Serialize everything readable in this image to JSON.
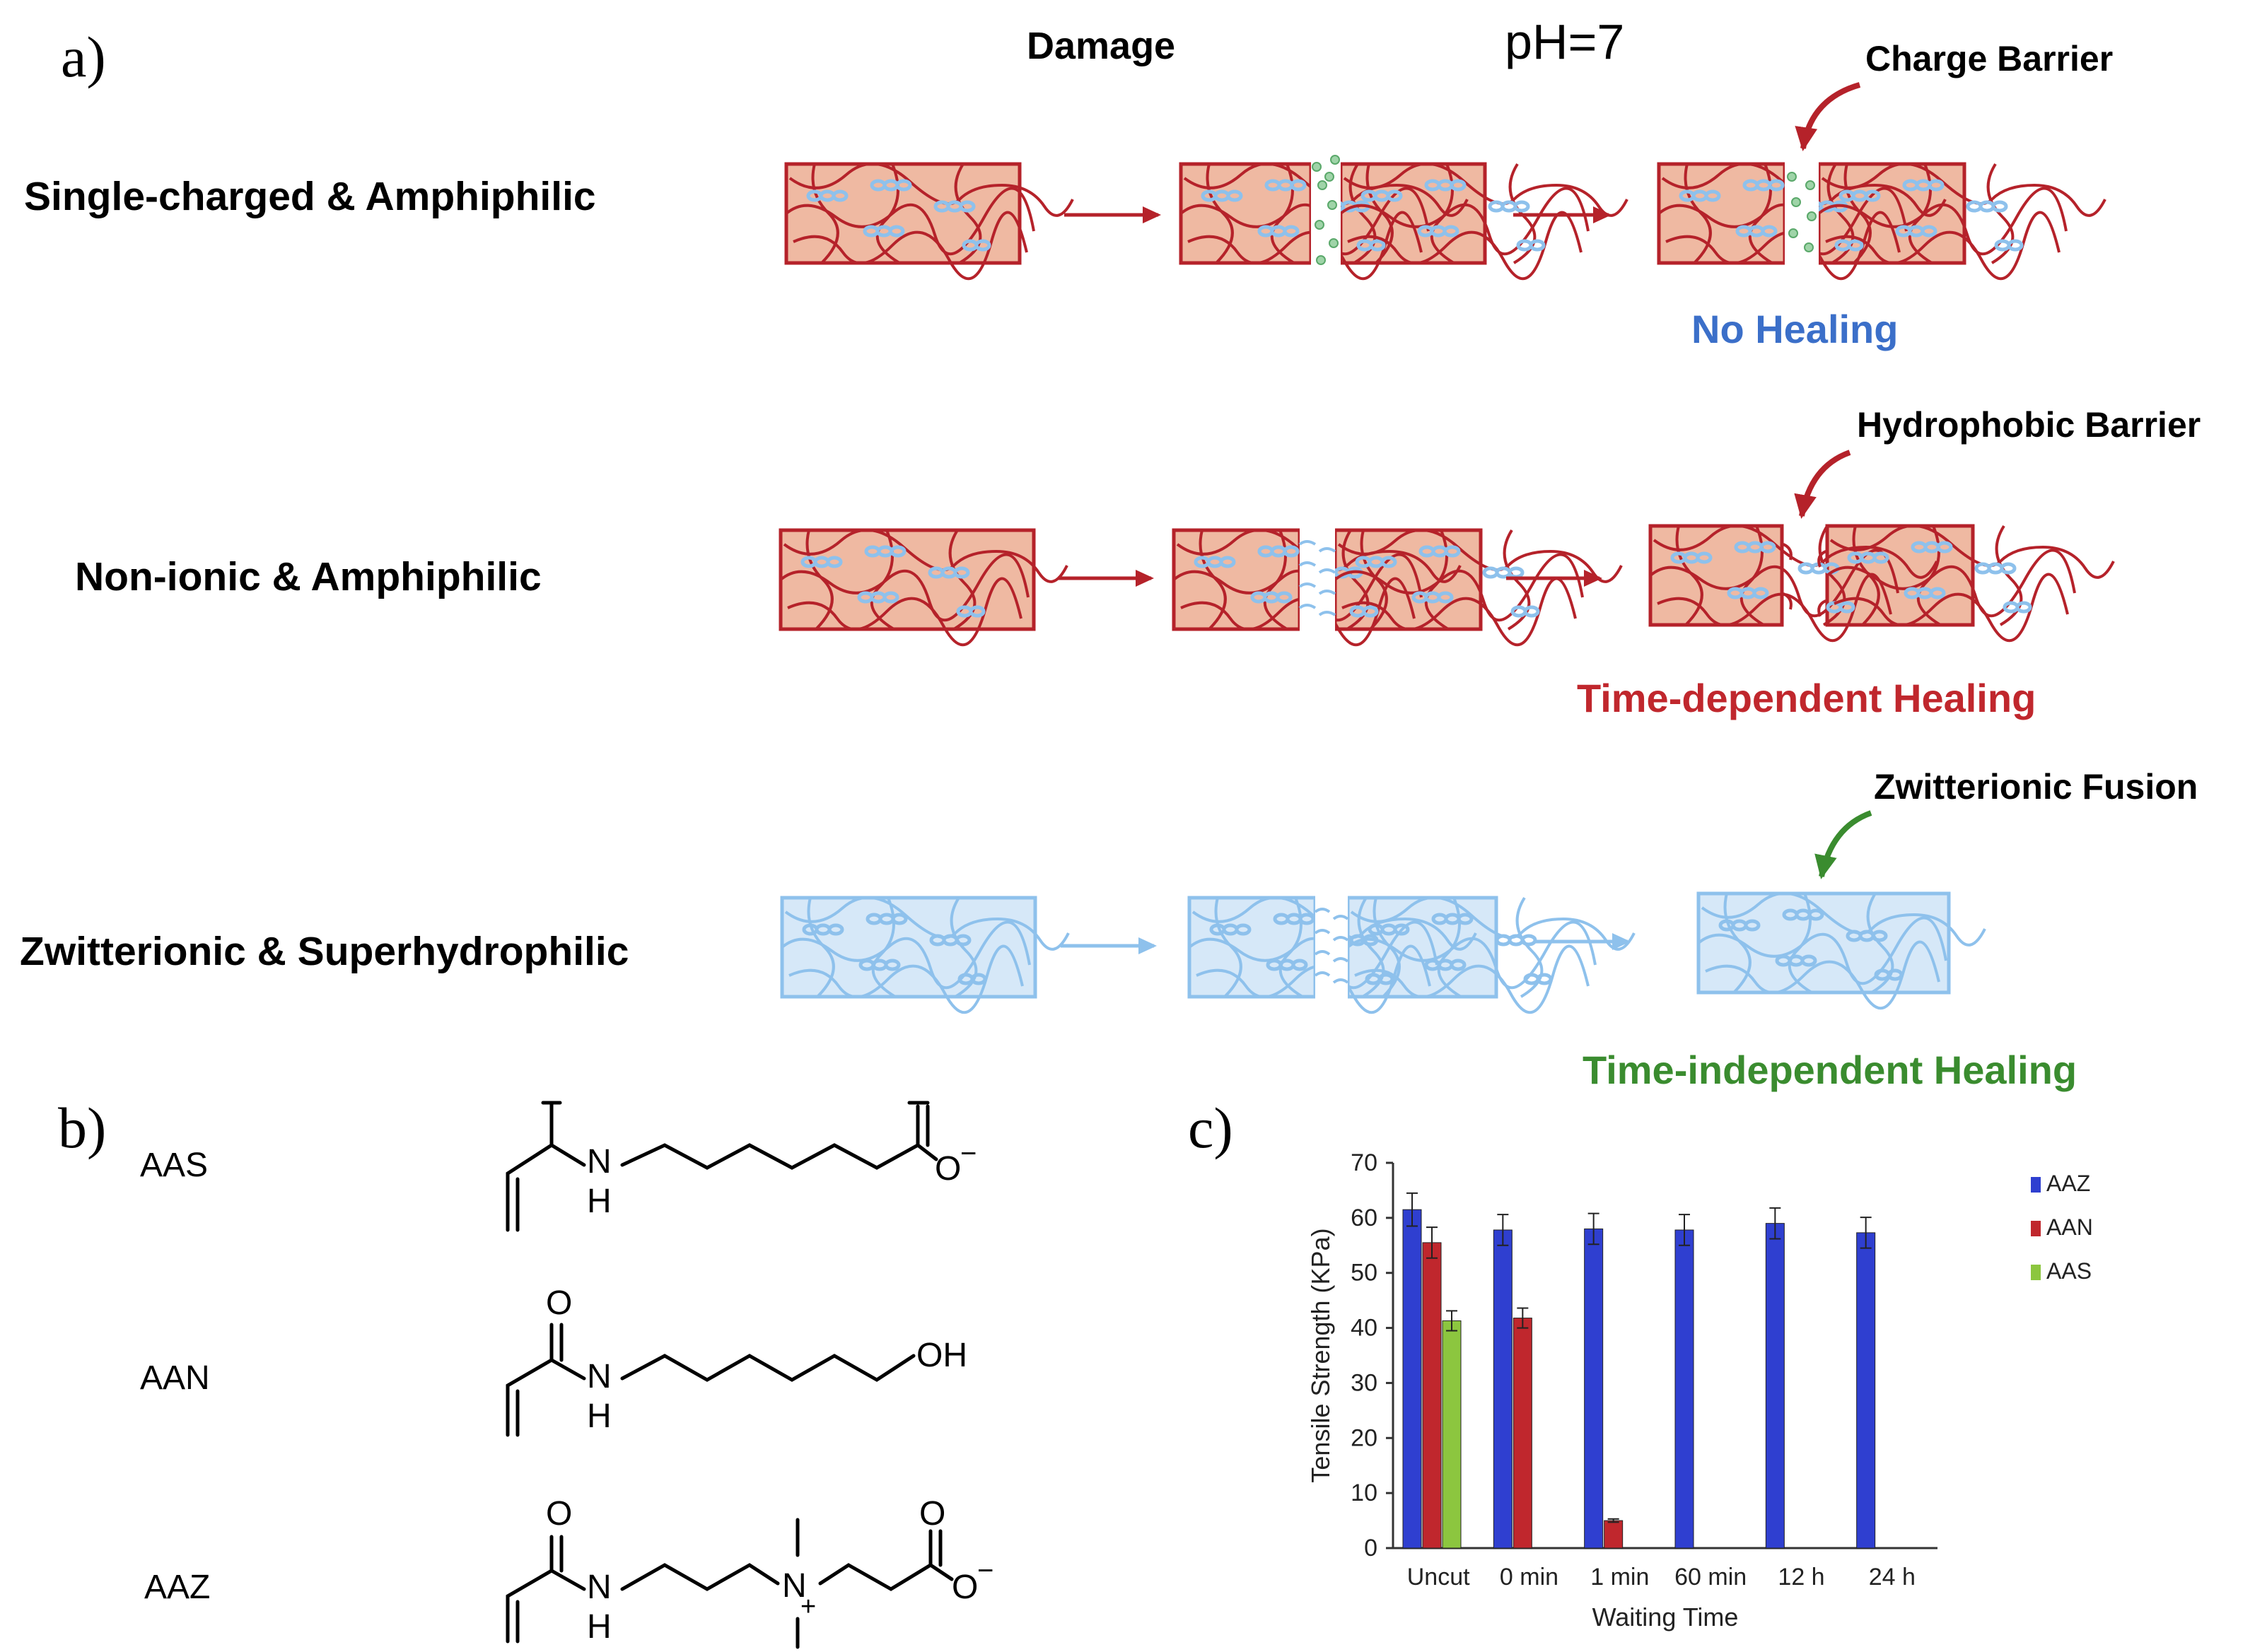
{
  "panel_a": {
    "letter": "a)",
    "damage_label": "Damage",
    "ph_label": "pH=7",
    "rows": [
      {
        "label": "Single-charged & Amphiphilic",
        "barrier": "Charge Barrier",
        "result": "No Healing",
        "result_color": "#3b6fc9"
      },
      {
        "label": "Non-ionic & Amphiphilic",
        "barrier": "Hydrophobic Barrier",
        "result": "Time-dependent Healing",
        "result_color": "#c0272d"
      },
      {
        "label": "Zwitterionic & Superhydrophilic",
        "barrier": "Zwitterionic Fusion",
        "result": "Time-independent Healing",
        "result_color": "#3a8c2f"
      }
    ],
    "colors": {
      "gel_red_fill": "#efb9a2",
      "gel_red_line": "#b5222a",
      "gel_blue_fill": "#d6e8f8",
      "gel_blue_line": "#8ec1ec",
      "arrow_green": "#3a8c2f"
    }
  },
  "panel_b": {
    "letter": "b)",
    "monomers": [
      {
        "name": "AAS",
        "atoms": [
          "N",
          "H",
          "O",
          "−"
        ]
      },
      {
        "name": "AAN",
        "atoms": [
          "O",
          "N",
          "H",
          "OH"
        ]
      },
      {
        "name": "AAZ",
        "atoms": [
          "O",
          "N",
          "H",
          "N",
          "+",
          "O",
          "O",
          "−"
        ]
      }
    ]
  },
  "panel_c": {
    "letter": "c)",
    "chart_data": {
      "type": "bar",
      "categories": [
        "Uncut",
        "0 min",
        "1 min",
        "60 min",
        "12 h",
        "24 h"
      ],
      "series": [
        {
          "name": "AAZ",
          "color": "#2f3fd0",
          "values": [
            61.5,
            57.8,
            58.0,
            57.8,
            59.0,
            57.3
          ],
          "errors": [
            3.0,
            2.8,
            2.8,
            2.8,
            2.8,
            2.8
          ]
        },
        {
          "name": "AAN",
          "color": "#c0272d",
          "values": [
            55.5,
            41.8,
            5.0,
            null,
            null,
            null
          ],
          "errors": [
            2.8,
            1.8,
            0.3,
            null,
            null,
            null
          ]
        },
        {
          "name": "AAS",
          "color": "#8cc63f",
          "values": [
            41.3,
            null,
            null,
            null,
            null,
            null
          ],
          "errors": [
            1.8,
            null,
            null,
            null,
            null,
            null
          ]
        }
      ],
      "xlabel": "Waiting Time",
      "ylabel": "Tensile Strength (KPa)",
      "ylim": [
        0,
        70
      ],
      "yticks": [
        "0",
        "10",
        "20",
        "30",
        "40",
        "50",
        "60",
        "70"
      ],
      "legend_position": "top-right",
      "grid": false
    }
  }
}
